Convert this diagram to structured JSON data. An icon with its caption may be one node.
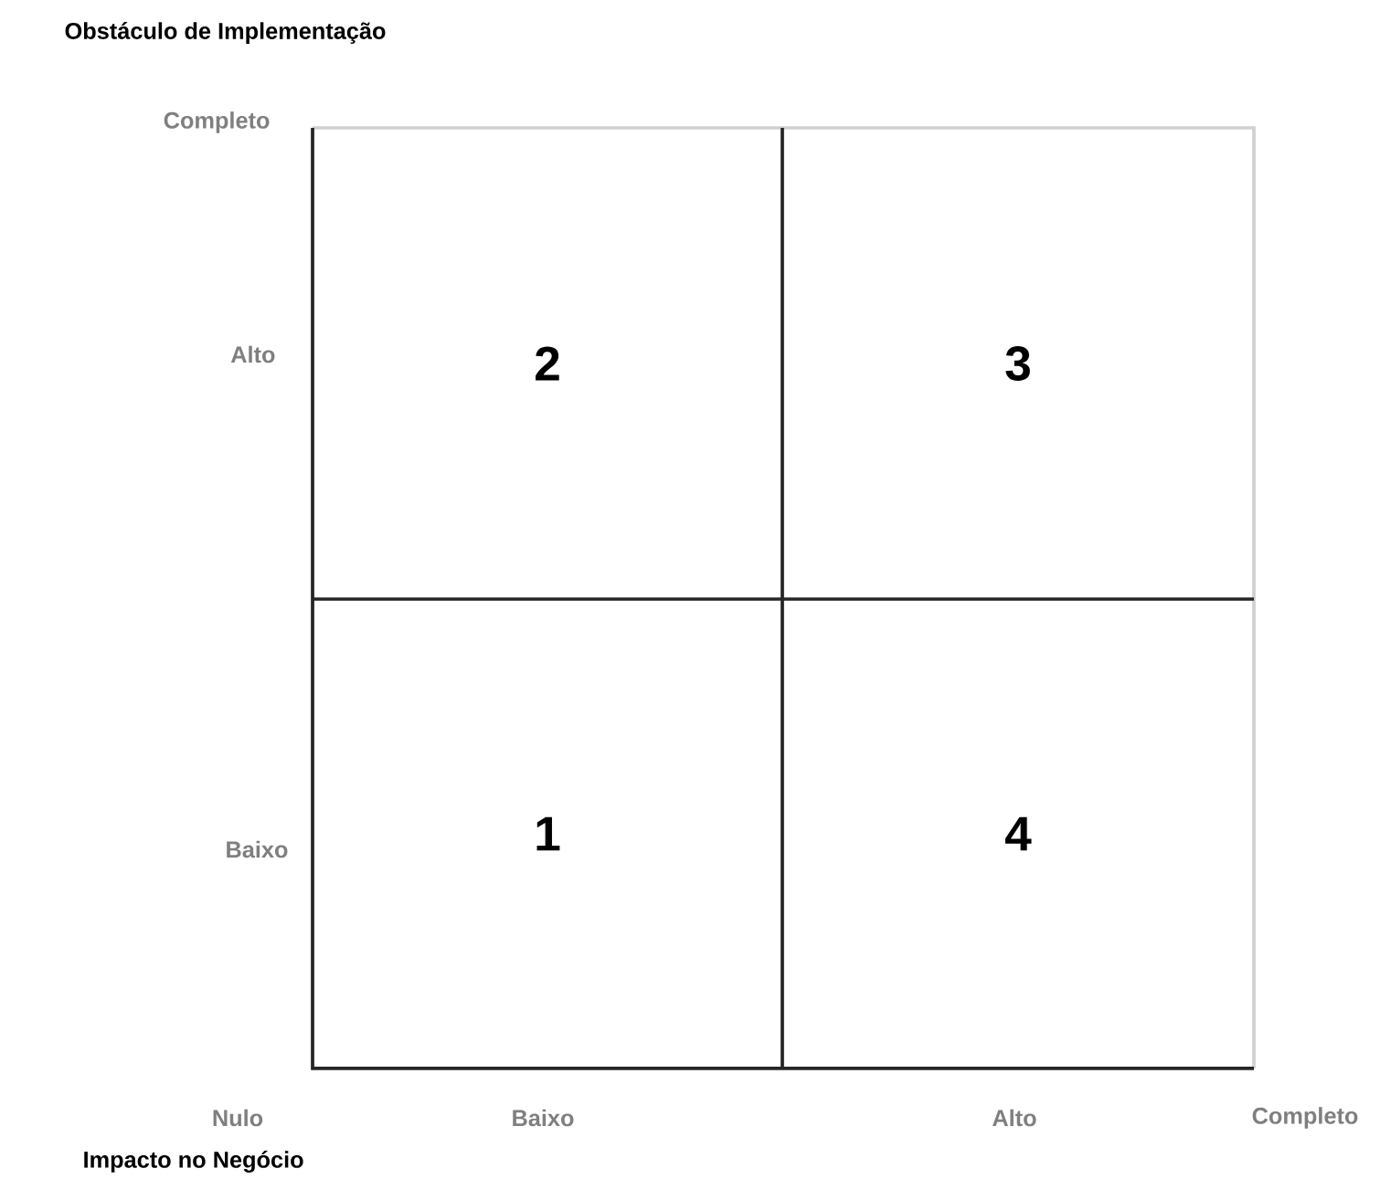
{
  "diagram": {
    "nodes": [
      {
        "text": [
          "2"
        ]
      },
      {
        "text": [
          "3"
        ]
      },
      {
        "text": [
          "1"
        ]
      },
      {
        "text": [
          "4"
        ]
      }
    ],
    "labels": [
      "Obstáculo de Implementação",
      "Completo",
      "Alto",
      "Baixo",
      "Nulo",
      "Baixo",
      "Alto",
      "Completo",
      "Impacto no Negócio"
    ]
  }
}
